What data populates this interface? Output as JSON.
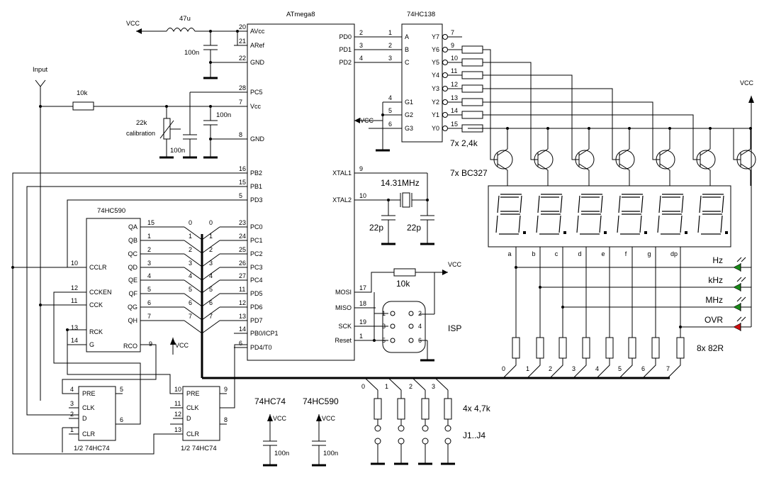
{
  "chips": {
    "mcu": {
      "name": "ATmega8",
      "left_pins": [
        {
          "num": "20",
          "name": "AVcc"
        },
        {
          "num": "21",
          "name": "ARef"
        },
        {
          "num": "22",
          "name": "GND"
        },
        {
          "num": "28",
          "name": "PC5"
        },
        {
          "num": "7",
          "name": "Vcc"
        },
        {
          "num": "8",
          "name": "GND"
        },
        {
          "num": "16",
          "name": "PB2"
        },
        {
          "num": "15",
          "name": "PB1"
        },
        {
          "num": "5",
          "name": "PD3"
        },
        {
          "num": "23",
          "name": "PC0"
        },
        {
          "num": "24",
          "name": "PC1"
        },
        {
          "num": "25",
          "name": "PC2"
        },
        {
          "num": "26",
          "name": "PC3"
        },
        {
          "num": "27",
          "name": "PC4"
        },
        {
          "num": "11",
          "name": "PD5"
        },
        {
          "num": "12",
          "name": "PD6"
        },
        {
          "num": "13",
          "name": "PD7"
        },
        {
          "num": "14",
          "name": "PB0/ICP1"
        },
        {
          "num": "6",
          "name": "PD4/T0"
        }
      ],
      "right_pins": [
        {
          "num": "2",
          "name": "PD0"
        },
        {
          "num": "3",
          "name": "PD1"
        },
        {
          "num": "4",
          "name": "PD2"
        },
        {
          "num": "9",
          "name": "XTAL1"
        },
        {
          "num": "10",
          "name": "XTAL2"
        },
        {
          "num": "17",
          "name": "MOSI"
        },
        {
          "num": "18",
          "name": "MISO"
        },
        {
          "num": "19",
          "name": "SCK"
        },
        {
          "num": "1",
          "name": "Reset"
        }
      ]
    },
    "decoder": {
      "name": "74HC138",
      "inputs": [
        {
          "num": "1",
          "name": "A"
        },
        {
          "num": "2",
          "name": "B"
        },
        {
          "num": "3",
          "name": "C"
        },
        {
          "num": "4",
          "name": "G1"
        },
        {
          "num": "5",
          "name": "G2"
        },
        {
          "num": "6",
          "name": "G3"
        }
      ],
      "outputs": [
        {
          "num": "7",
          "name": "Y7"
        },
        {
          "num": "9",
          "name": "Y6"
        },
        {
          "num": "10",
          "name": "Y5"
        },
        {
          "num": "11",
          "name": "Y4"
        },
        {
          "num": "12",
          "name": "Y3"
        },
        {
          "num": "13",
          "name": "Y2"
        },
        {
          "num": "14",
          "name": "Y1"
        },
        {
          "num": "15",
          "name": "Y0"
        }
      ]
    },
    "counter": {
      "name": "74HC590",
      "left_pins": [
        {
          "num": "10",
          "name": "CCLR"
        },
        {
          "num": "12",
          "name": "CCKEN"
        },
        {
          "num": "11",
          "name": "CCK"
        },
        {
          "num": "13",
          "name": "RCK"
        },
        {
          "num": "14",
          "name": "G"
        }
      ],
      "outputs": [
        {
          "num": "15",
          "name": "QA"
        },
        {
          "num": "1",
          "name": "QB"
        },
        {
          "num": "2",
          "name": "QC"
        },
        {
          "num": "3",
          "name": "QD"
        },
        {
          "num": "4",
          "name": "QE"
        },
        {
          "num": "5",
          "name": "QF"
        },
        {
          "num": "6",
          "name": "QG"
        },
        {
          "num": "7",
          "name": "QH"
        }
      ],
      "rco": {
        "name": "RCO",
        "num": "9"
      }
    },
    "ff1": {
      "label": "1/2 74HC74",
      "pins": [
        {
          "num": "4",
          "name": "PRE"
        },
        {
          "num": "3",
          "name": "CLK"
        },
        {
          "num": "2",
          "name": "D"
        },
        {
          "num": "1",
          "name": "CLR"
        }
      ],
      "q_pin": "5",
      "qn_pin": "6"
    },
    "ff2": {
      "label": "1/2 74HC74",
      "pins": [
        {
          "num": "10",
          "name": "PRE"
        },
        {
          "num": "11",
          "name": "CLK"
        },
        {
          "num": "12",
          "name": "D"
        },
        {
          "num": "13",
          "name": "CLR"
        }
      ],
      "q_pin": "9",
      "qn_pin": "8"
    }
  },
  "bus_labels_left": [
    "0",
    "1",
    "2",
    "3",
    "4",
    "5",
    "6",
    "7"
  ],
  "bus_labels_right": [
    "0",
    "1",
    "2",
    "3",
    "4",
    "5",
    "6",
    "7"
  ],
  "segment_bus_labels": [
    "0",
    "1",
    "2",
    "3",
    "4",
    "5",
    "6",
    "7"
  ],
  "jumper_bus_labels": [
    "0",
    "1",
    "2",
    "3"
  ],
  "vcc": "VCC",
  "ground": "GND",
  "components": {
    "inductor": "47u",
    "cap_avcc": "100n",
    "cap_vcc": "100n",
    "cap_pc5": "100n",
    "input_label": "Input",
    "r_input": "10k",
    "pot": "22k",
    "pot_note": "calibration",
    "crystal": "14.31MHz",
    "cap_xtal1": "22p",
    "cap_xtal2": "22p",
    "r_isp": "10k",
    "isp_label": "ISP",
    "isp_pins": [
      "1",
      "2",
      "3",
      "4",
      "5",
      "6"
    ],
    "r_base": "7x 2,4k",
    "transistors": "7x BC327",
    "r_seg": "8x 82R",
    "r_jumper": "4x 4,7k",
    "jumpers": "J1..J4",
    "pwr_chip1": "74HC74",
    "pwr_chip2": "74HC590",
    "pwr_cap1": "100n",
    "pwr_cap2": "100n"
  },
  "segments": [
    "a",
    "b",
    "c",
    "d",
    "e",
    "f",
    "g",
    "dp"
  ],
  "leds": [
    {
      "label": "Hz",
      "color": "#1a8a1a"
    },
    {
      "label": "kHz",
      "color": "#1a8a1a"
    },
    {
      "label": "MHz",
      "color": "#1a8a1a"
    },
    {
      "label": "OVR",
      "color": "#d01010"
    }
  ]
}
